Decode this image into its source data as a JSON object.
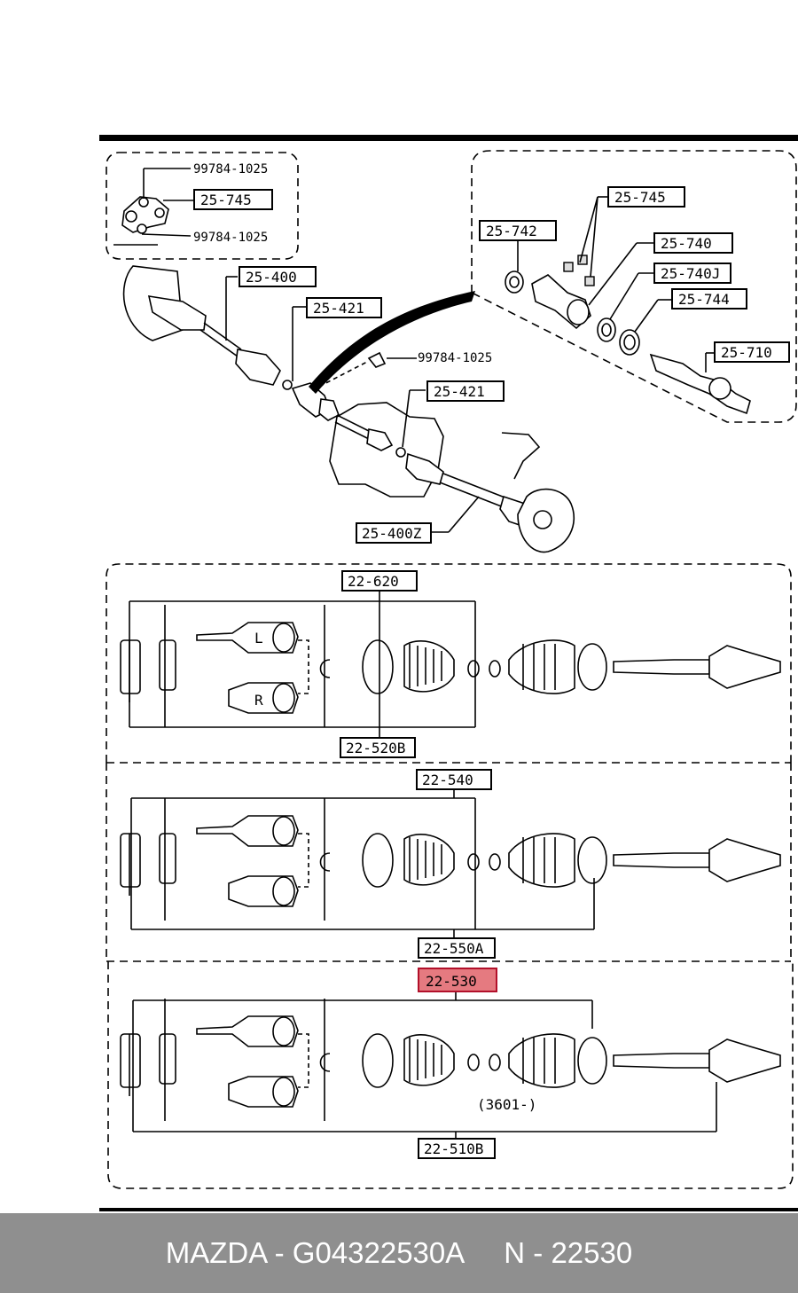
{
  "top_inset": {
    "bolt_top": "99784-1025",
    "bracket": "25-745",
    "bolt_bottom": "99784-1025"
  },
  "assembly": {
    "left_shaft": "25-400",
    "clip_left": "25-421",
    "bolt": "99784-1025",
    "clip_right": "25-421",
    "right_shaft": "25-400Z"
  },
  "right_inset": {
    "bracket": "25-745",
    "seal": "25-742",
    "bearing": "25-740",
    "bearing_j": "25-740J",
    "ring": "25-744",
    "joint_shaft": "25-710"
  },
  "panel1": {
    "top_label": "22-620",
    "bottom_label": "22-520B",
    "letter_l": "L",
    "letter_r": "R"
  },
  "panel2": {
    "top_label": "22-540",
    "bottom_label": "22-550A"
  },
  "panel3": {
    "highlight_label": "22-530",
    "note": "(3601-)",
    "bottom_label": "22-510B"
  },
  "footer": {
    "text": "MAZDA - G04322530A     N - 22530"
  },
  "colors": {
    "highlight": "#e57a80",
    "footer_bg": "#8f8f8f",
    "footer_text": "#ffffff"
  }
}
